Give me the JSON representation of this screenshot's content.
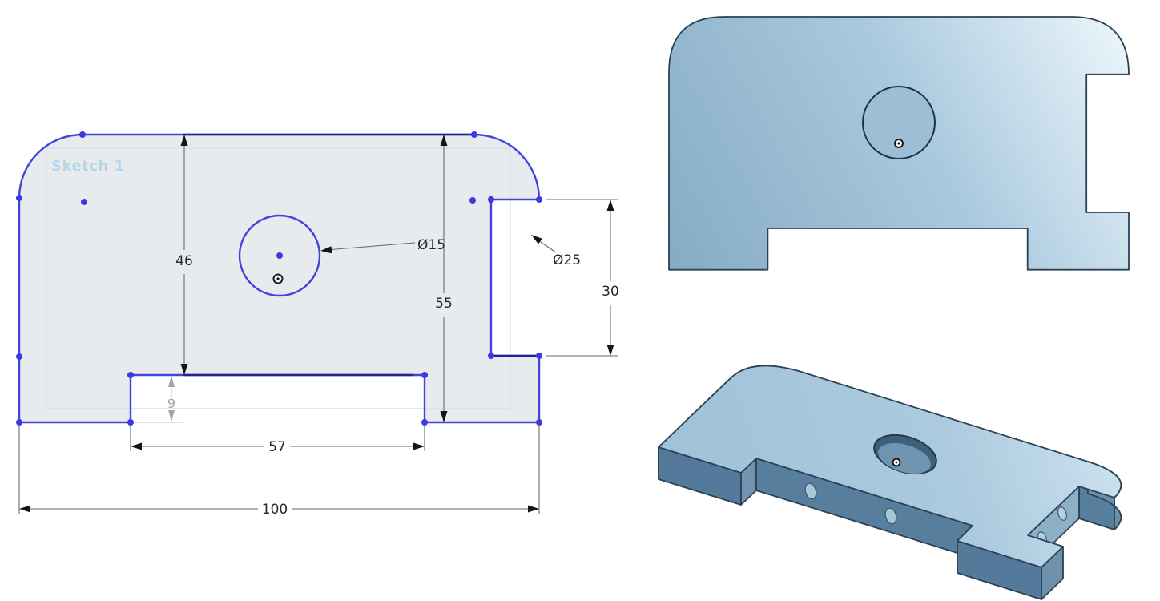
{
  "sketch": {
    "label": "Sketch 1",
    "dims": {
      "d46": "46",
      "d55": "55",
      "d30": "30",
      "d9": "9",
      "d57": "57",
      "d100": "100",
      "dia15": "Ø15",
      "dia25": "Ø25"
    },
    "geometry": {
      "overall_width": 100,
      "overall_height": 55,
      "hole_diameter": 15,
      "corner_fillet_diameter": 25,
      "right_notch_height": 30,
      "bottom_notch_width": 57,
      "bottom_notch_depth": 9,
      "height_to_bottom_notch": 46
    }
  },
  "views": {
    "sketch_view": "2D sketch with dimensions",
    "top_view": "shaded front face view",
    "iso_view": "shaded isometric view"
  },
  "colors": {
    "sketch_fill": "#e8ebee",
    "sketch_region": "#cfe4f2",
    "sketch_label": "#b9d6e8",
    "sketch_blue": "#4444dd",
    "sketch_navy": "#23238c",
    "sketch_vertex": "#3a3ae0",
    "dim_line": "#6a6a6a",
    "dim_text": "#26282c",
    "dim_arrow": "#141414",
    "dim_gray": "#a5a5a5",
    "part_light": "#a9c9de",
    "part_highlight": "#eef7fc",
    "part_shadow": "#85abc4",
    "part_side_dark": "#54799a",
    "part_side_mid": "#6e92ae",
    "part_edge": "#2c4255"
  }
}
